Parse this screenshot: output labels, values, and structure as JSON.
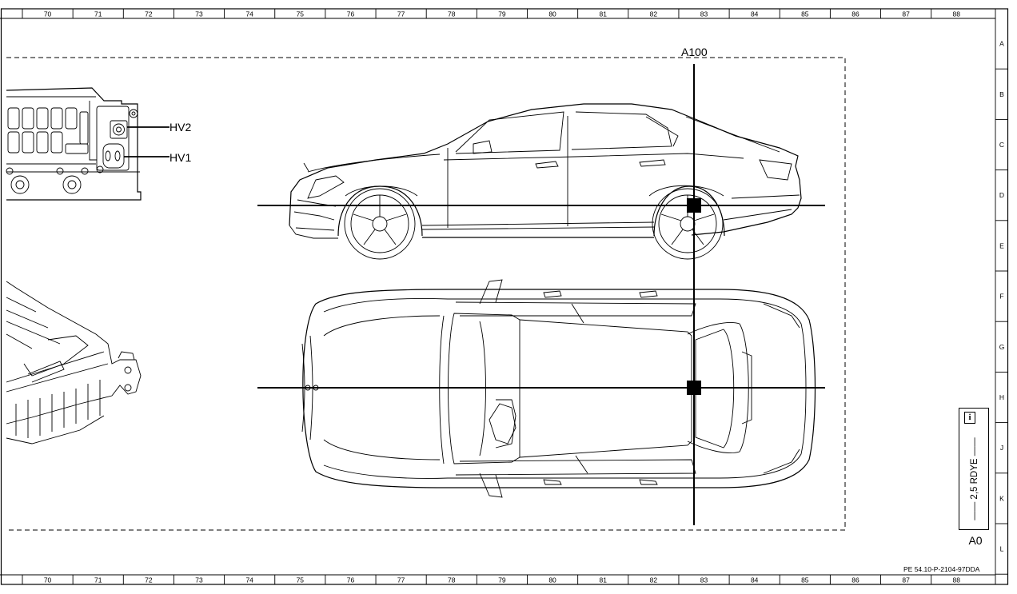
{
  "grid": {
    "columns": [
      "70",
      "71",
      "72",
      "73",
      "74",
      "75",
      "76",
      "77",
      "78",
      "79",
      "80",
      "81",
      "82",
      "83",
      "84",
      "85",
      "86",
      "87",
      "88"
    ],
    "rows": [
      "A",
      "B",
      "C",
      "D",
      "E",
      "F",
      "G",
      "H",
      "J",
      "K",
      "L"
    ]
  },
  "component": {
    "label": "A100"
  },
  "connectors": [
    {
      "label": "HV2"
    },
    {
      "label": "HV1"
    }
  ],
  "wire": {
    "label": "2,5 RDYE",
    "ground": "A0"
  },
  "document": {
    "code": "PE 54.10-P-2104-97DDA"
  },
  "icons": {
    "info": "info-icon"
  }
}
